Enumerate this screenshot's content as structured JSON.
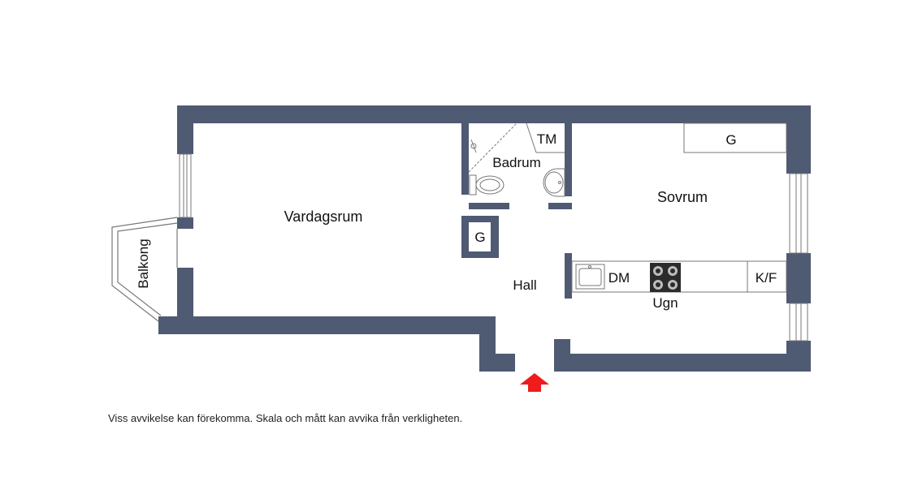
{
  "colors": {
    "wall": "#4f5a73",
    "fixture_line": "#777777",
    "entrance_arrow": "#ee1c1c",
    "stove": "#2b2b2b"
  },
  "rooms": {
    "vardagsrum": "Vardagsrum",
    "balkong": "Balkong",
    "badrum": "Badrum",
    "tm": "TM",
    "g_closet": "G",
    "hall": "Hall",
    "sovrum": "Sovrum",
    "g_wardrobe": "G",
    "dm": "DM",
    "ugn": "Ugn",
    "kf": "K/F"
  },
  "icons": [
    "entrance-arrow-icon",
    "toilet-icon",
    "sink-icon",
    "shower-icon",
    "stove-icon",
    "window-icon"
  ],
  "disclaimer": "Viss avvikelse kan förekomma. Skala och mått kan avvika från verkligheten."
}
